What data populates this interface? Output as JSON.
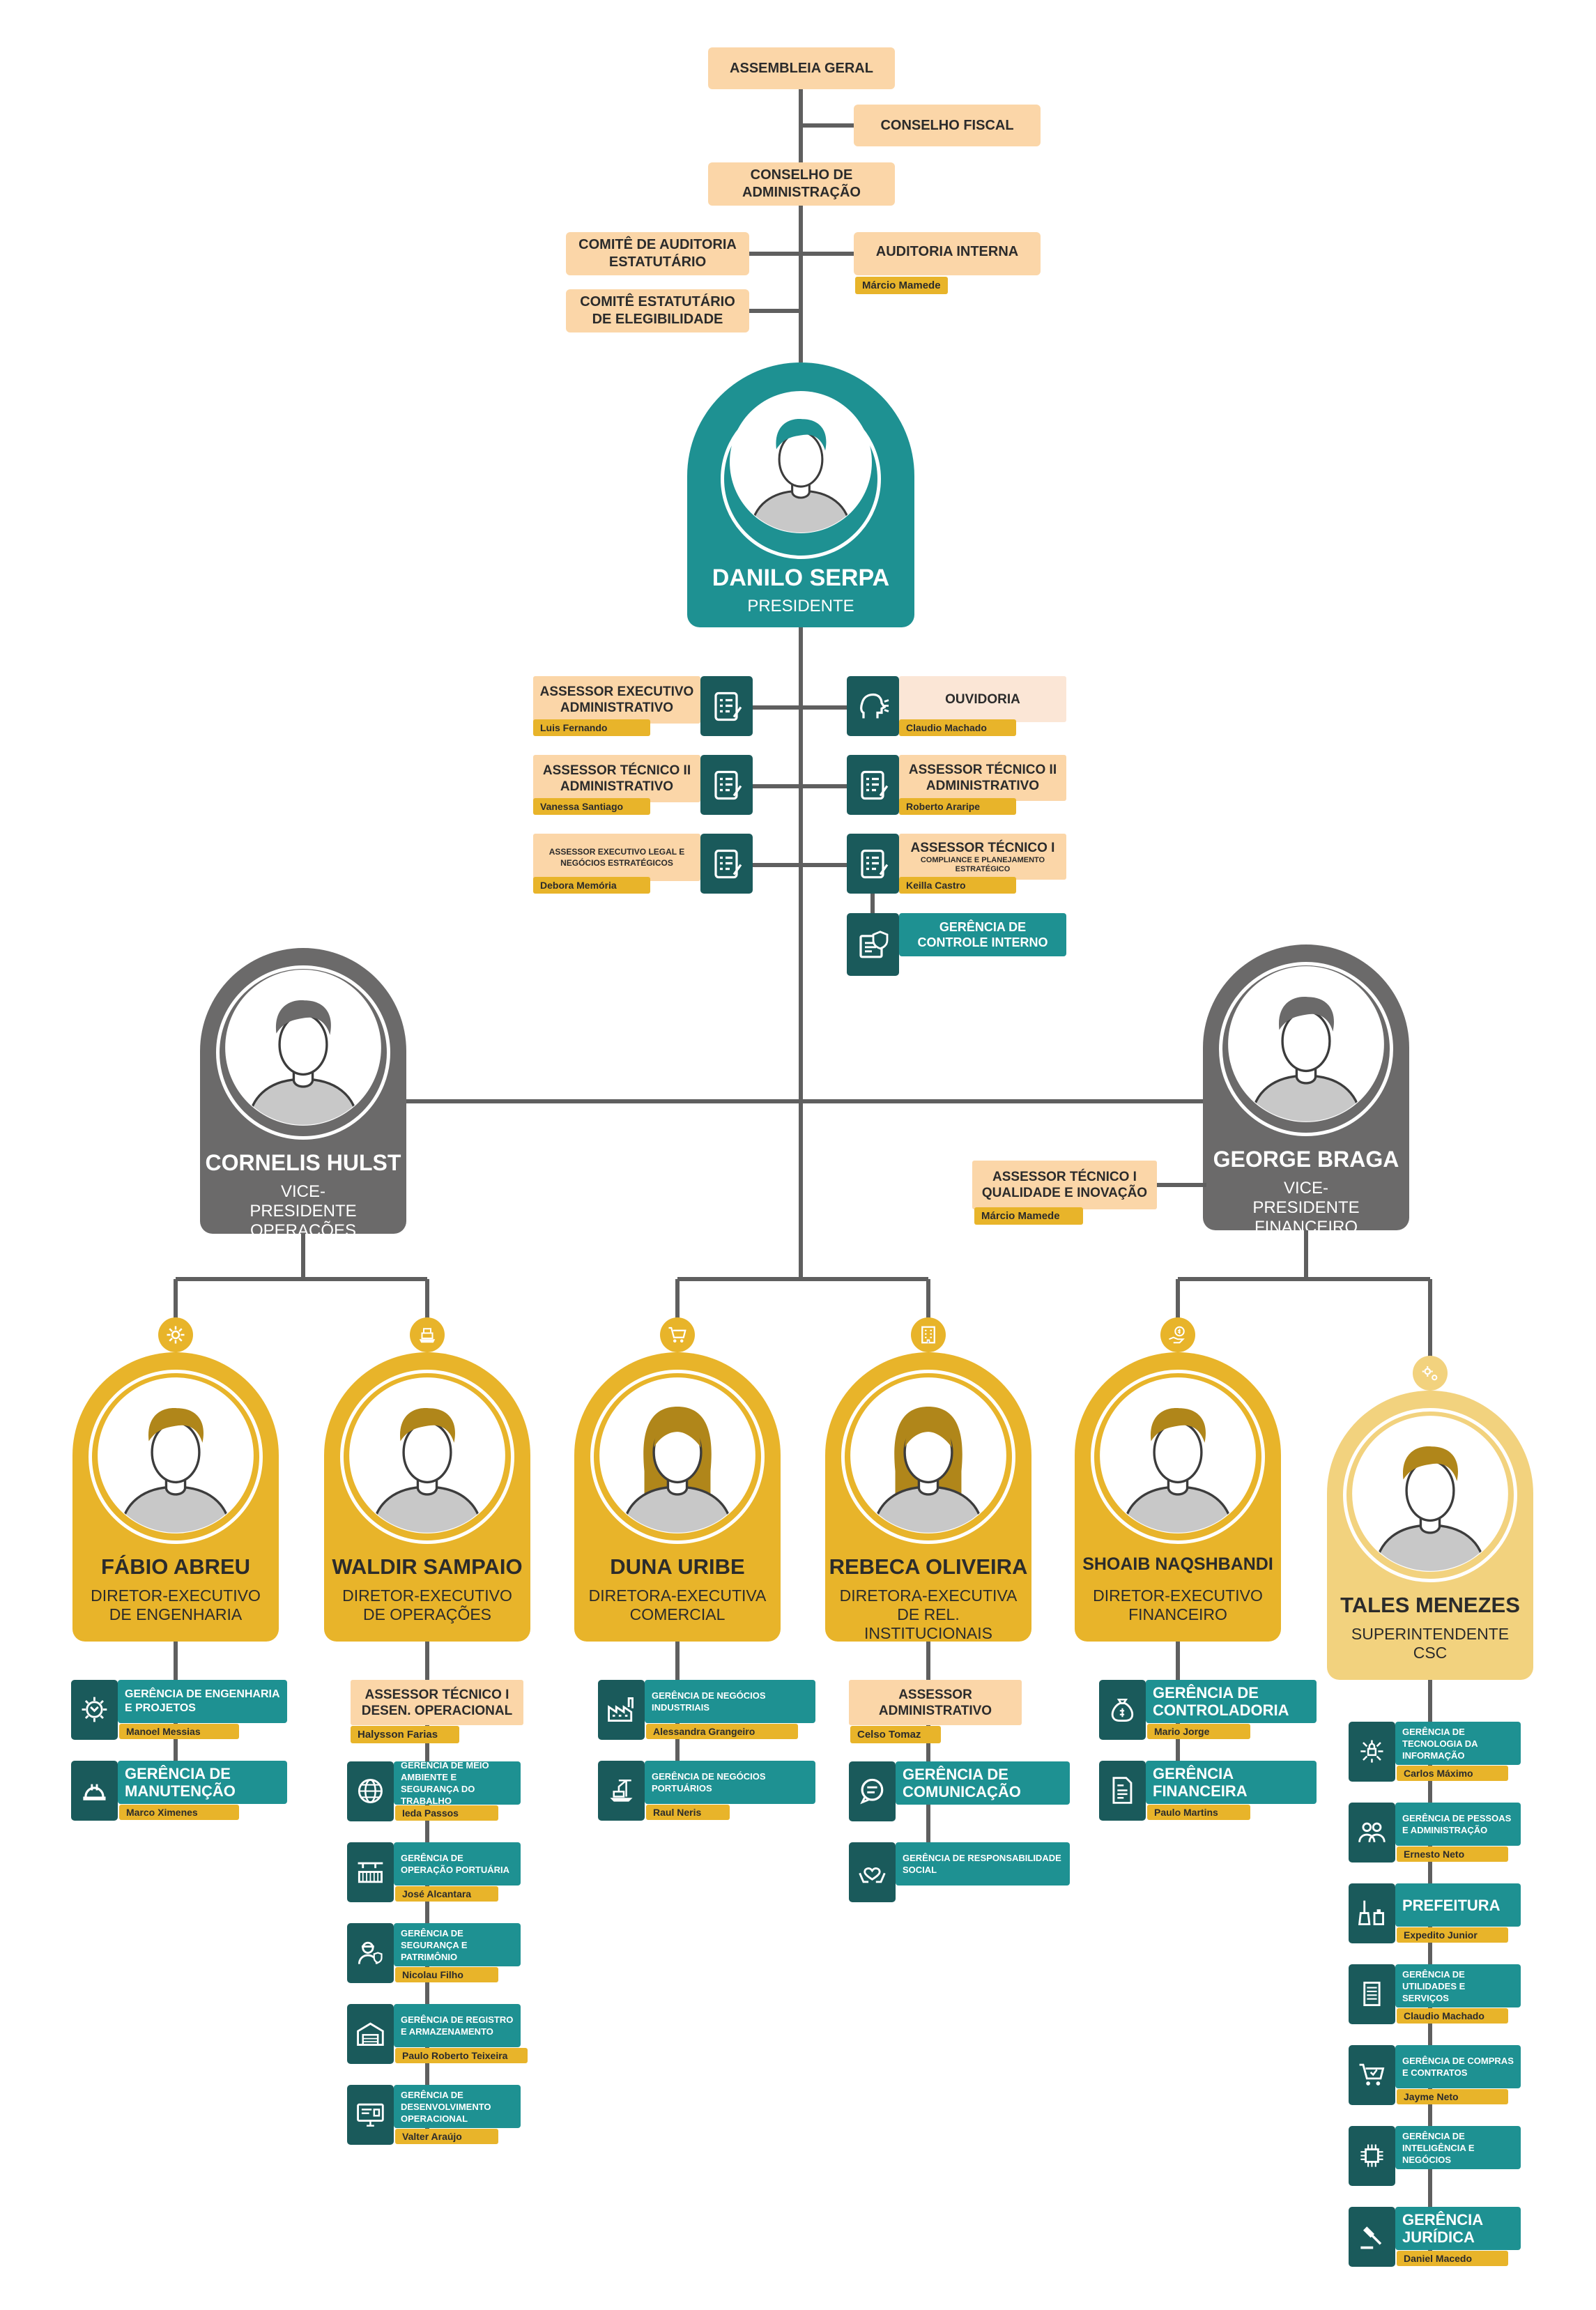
{
  "colors": {
    "peach": "#fbd6a8",
    "teal": "#1e9192",
    "dark_teal": "#1a5a5b",
    "gold": "#e8b42a",
    "light_gold": "#f2d27e",
    "gray": "#6b6a6a",
    "line": "#5f5f5f"
  },
  "governance": {
    "assembleia": "ASSEMBLEIA GERAL",
    "conselho_fiscal": "CONSELHO FISCAL",
    "conselho_admin": "CONSELHO DE ADMINISTRAÇÃO",
    "comite_auditoria": "COMITÊ DE AUDITORIA ESTATUTÁRIO",
    "comite_elegibilidade": "COMITÊ ESTATUTÁRIO DE ELEGIBILIDADE",
    "auditoria_interna": "AUDITORIA INTERNA",
    "auditoria_interna_person": "Márcio Mamede"
  },
  "president": {
    "name": "DANILO SERPA",
    "role": "PRESIDENTE"
  },
  "advisors_left": [
    {
      "title": "ASSESSOR EXECUTIVO ADMINISTRATIVO",
      "person": "Luis Fernando",
      "icon": "checklist-icon"
    },
    {
      "title": "ASSESSOR TÉCNICO II ADMINISTRATIVO",
      "person": "Vanessa Santiago",
      "icon": "checklist-icon"
    },
    {
      "title": "ASSESSOR EXECUTIVO LEGAL E NEGÓCIOS ESTRATÉGICOS",
      "person": "Debora Memória",
      "icon": "checklist-icon"
    }
  ],
  "advisors_right": [
    {
      "title": "OUVIDORIA",
      "person": "Claudio Machado",
      "icon": "speaking-head-icon"
    },
    {
      "title": "ASSESSOR TÉCNICO II ADMINISTRATIVO",
      "person": "Roberto Araripe",
      "icon": "checklist-icon"
    },
    {
      "title": "ASSESSOR TÉCNICO I",
      "subtitle": "COMPLIANCE E PLANEJAMENTO ESTRATÉGICO",
      "person": "Keilla Castro",
      "icon": "checklist-icon"
    }
  ],
  "controle_interno": {
    "title": "GERÊNCIA DE CONTROLE INTERNO",
    "icon": "shield-document-icon"
  },
  "vp_left": {
    "name": "CORNELIS HULST",
    "role": "VICE-PRESIDENTE OPERAÇÕES"
  },
  "vp_right": {
    "name": "GEORGE BRAGA",
    "role": "VICE-PRESIDENTE FINANCEIRO"
  },
  "vp_right_advisor": {
    "title": "ASSESSOR TÉCNICO I QUALIDADE E INOVAÇÃO",
    "person": "Márcio Mamede"
  },
  "directors": [
    {
      "name": "FÁBIO ABREU",
      "role": "DIRETOR-EXECUTIVO DE ENGENHARIA",
      "icon": "gear-icon"
    },
    {
      "name": "WALDIR SAMPAIO",
      "role": "DIRETOR-EXECUTIVO DE OPERAÇÕES",
      "icon": "port-icon"
    },
    {
      "name": "DUNA URIBE",
      "role": "DIRETORA-EXECUTIVA COMERCIAL",
      "icon": "cart-icon"
    },
    {
      "name": "REBECA OLIVEIRA",
      "role": "DIRETORA-EXECUTIVA DE REL. INSTITUCIONAIS",
      "icon": "building-icon"
    },
    {
      "name": "SHOAIB NAQSHBANDI",
      "role": "DIRETOR-EXECUTIVO FINANCEIRO",
      "icon": "money-hand-icon"
    },
    {
      "name": "TALES MENEZES",
      "role": "SUPERINTENDENTE CSC",
      "icon": "gears-icon"
    }
  ],
  "col1": [
    {
      "title": "GERÊNCIA DE ENGENHARIA E PROJETOS",
      "person": "Manoel Messias",
      "icon": "gear-wrench-icon"
    },
    {
      "title": "GERÊNCIA DE MANUTENÇÃO",
      "person": "Marco Ximenes",
      "icon": "hardhat-icon"
    }
  ],
  "col2_advisor": {
    "title": "ASSESSOR TÉCNICO I DESEN. OPERACIONAL",
    "person": "Halysson Farias"
  },
  "col2": [
    {
      "title": "GERÊNCIA DE MEIO AMBIENTE E SEGURANÇA DO TRABALHO",
      "person": "Ieda Passos",
      "icon": "globe-icon"
    },
    {
      "title": "GERÊNCIA DE OPERAÇÃO PORTUÁRIA",
      "person": "José Alcantara",
      "icon": "container-crane-icon"
    },
    {
      "title": "GERÊNCIA DE SEGURANÇA E PATRIMÔNIO",
      "person": "Nicolau Filho",
      "icon": "guard-icon"
    },
    {
      "title": "GERÊNCIA DE REGISTRO E ARMAZENAMENTO",
      "person": "Paulo Roberto Teixeira",
      "icon": "warehouse-icon"
    },
    {
      "title": "GERÊNCIA DE DESENVOLVIMENTO OPERACIONAL",
      "person": "Valter Araújo",
      "icon": "monitor-icon"
    }
  ],
  "col3": [
    {
      "title": "GERÊNCIA DE NEGÓCIOS INDUSTRIAIS",
      "person": "Alessandra Grangeiro",
      "icon": "factory-icon"
    },
    {
      "title": "GERÊNCIA DE NEGÓCIOS PORTUÁRIOS",
      "person": "Raul Neris",
      "icon": "ship-crane-icon"
    }
  ],
  "col4_advisor": {
    "title": "ASSESSOR ADMINISTRATIVO",
    "person": "Celso Tomaz"
  },
  "col4": [
    {
      "title": "GERÊNCIA DE COMUNICAÇÃO",
      "icon": "chat-bubble-icon"
    },
    {
      "title": "GERÊNCIA DE RESPONSABILIDADE SOCIAL",
      "icon": "heart-hands-icon"
    }
  ],
  "col5": [
    {
      "title": "GERÊNCIA DE CONTROLADORIA",
      "person": "Mario Jorge",
      "icon": "money-bag-icon"
    },
    {
      "title": "GERÊNCIA FINANCEIRA",
      "person": "Paulo Martins",
      "icon": "invoice-icon"
    }
  ],
  "col6": [
    {
      "title": "GERÊNCIA DE TECNOLOGIA DA INFORMAÇÃO",
      "person": "Carlos Máximo",
      "icon": "network-lock-icon"
    },
    {
      "title": "GERÊNCIA DE PESSOAS E ADMINISTRAÇÃO",
      "person": "Ernesto Neto",
      "icon": "people-icon"
    },
    {
      "title": "PREFEITURA",
      "person": "Expedito Junior",
      "icon": "cleaning-icon"
    },
    {
      "title": "GERÊNCIA DE UTILIDADES E SERVIÇOS",
      "person": "Claudio Machado",
      "icon": "tower-icon"
    },
    {
      "title": "GERÊNCIA DE COMPRAS E CONTRATOS",
      "person": "Jayme Neto",
      "icon": "cart-check-icon"
    },
    {
      "title": "GERÊNCIA DE INTELIGÊNCIA E NEGÓCIOS",
      "icon": "chip-icon"
    },
    {
      "title": "GERÊNCIA JURÍDICA",
      "person": "Daniel Macedo",
      "icon": "gavel-icon"
    }
  ]
}
